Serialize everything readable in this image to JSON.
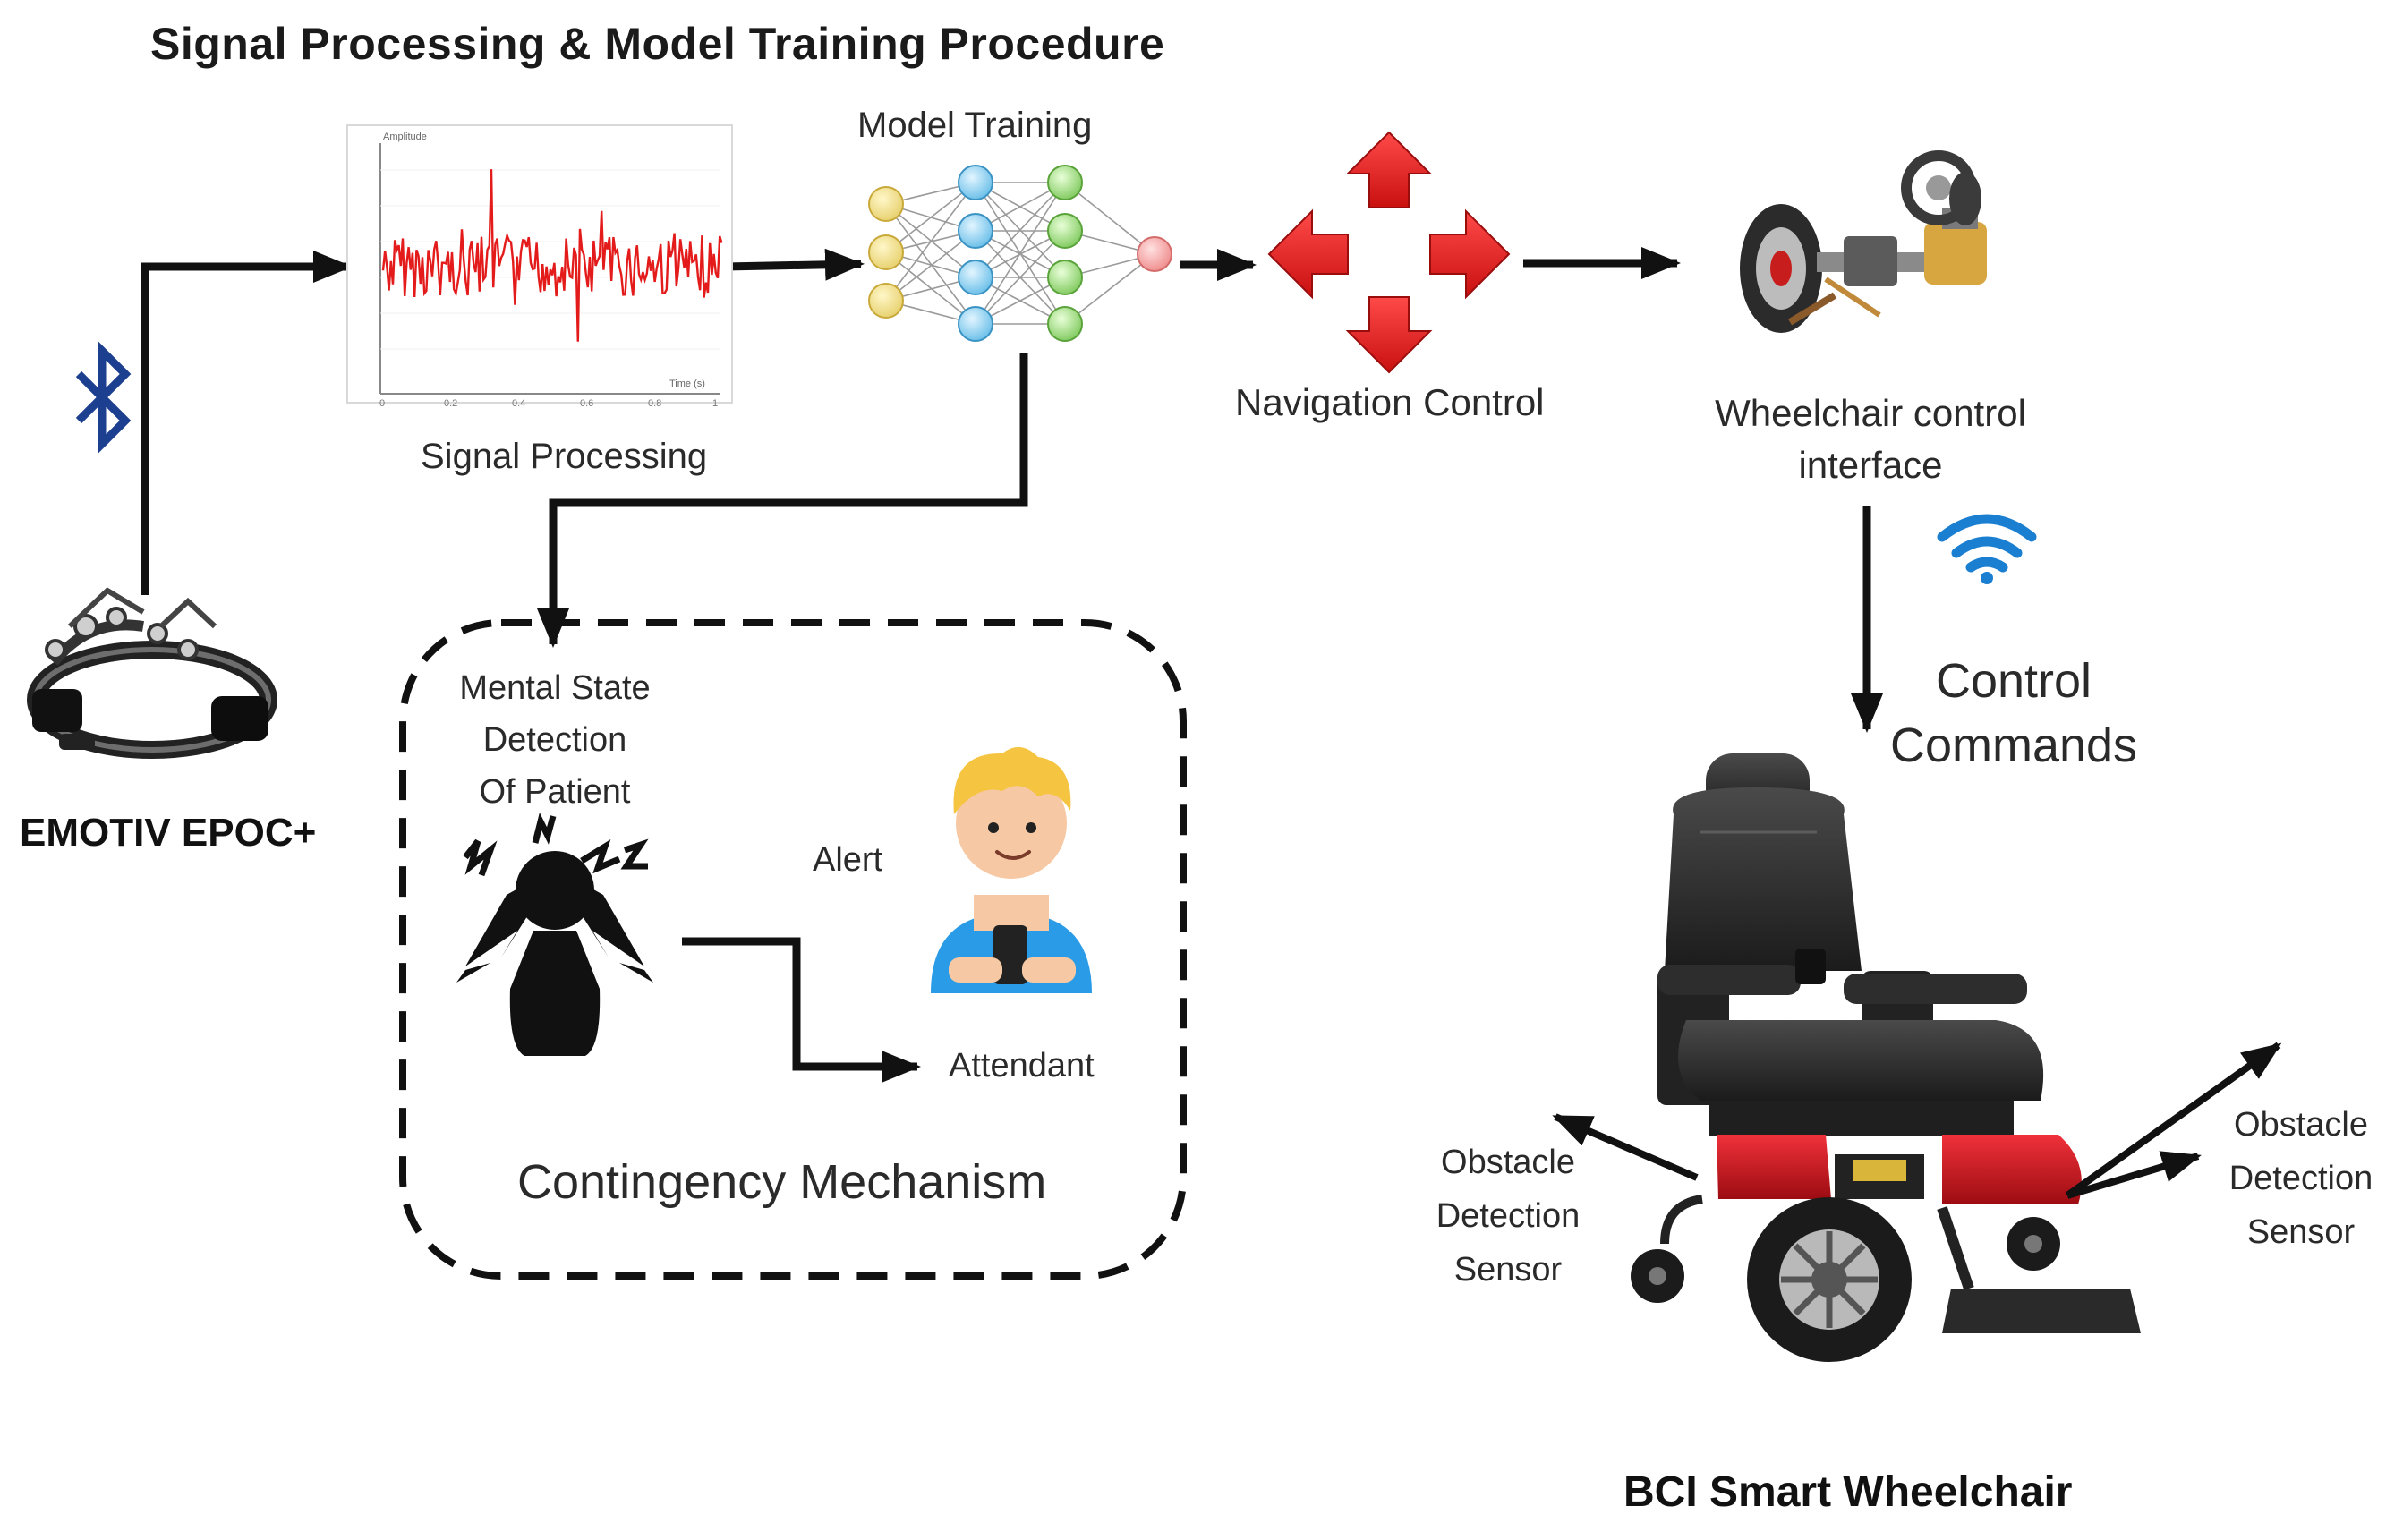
{
  "header": {
    "title": "Signal Processing & Model Training Procedure"
  },
  "headset": {
    "label": "EMOTIV EPOC+",
    "icon": "eeg-headset-icon"
  },
  "bluetooth": {
    "icon": "bluetooth-icon",
    "color": "#1c3f8f"
  },
  "signal": {
    "label": "Signal Processing",
    "y_axis_title": "Amplitude",
    "x_axis_title": "Time (s)",
    "x_ticks": [
      "0",
      "0.2",
      "0.4",
      "0.6",
      "0.8",
      "1"
    ],
    "trace_color": "#e41b1b"
  },
  "model": {
    "label": "Model Training",
    "icon": "neural-network-icon"
  },
  "navigation": {
    "label": "Navigation Control",
    "icon": "direction-arrows-icon",
    "color": "#e8201f"
  },
  "interface": {
    "label_line1": "Wheelchair control",
    "label_line2": "interface",
    "icon": "wheelchair-motor-icon"
  },
  "wifi": {
    "icon": "wifi-icon",
    "color": "#1a7fd0"
  },
  "commands": {
    "label_line1": "Control",
    "label_line2": "Commands"
  },
  "contingency": {
    "title": "Contingency Mechanism",
    "mental_line1": "Mental State",
    "mental_line2": "Detection",
    "mental_line3": "Of Patient",
    "alert_label": "Alert",
    "attendant_label": "Attendant",
    "patient_icon": "stressed-patient-icon",
    "attendant_icon": "attendant-person-icon"
  },
  "wheelchair": {
    "label": "BCI Smart Wheelchair",
    "icon": "power-wheelchair-icon",
    "sensor_left": [
      "Obstacle",
      "Detection",
      "Sensor"
    ],
    "sensor_right": [
      "Obstacle",
      "Detection",
      "Sensor"
    ],
    "accent_color": "#d11a20"
  }
}
